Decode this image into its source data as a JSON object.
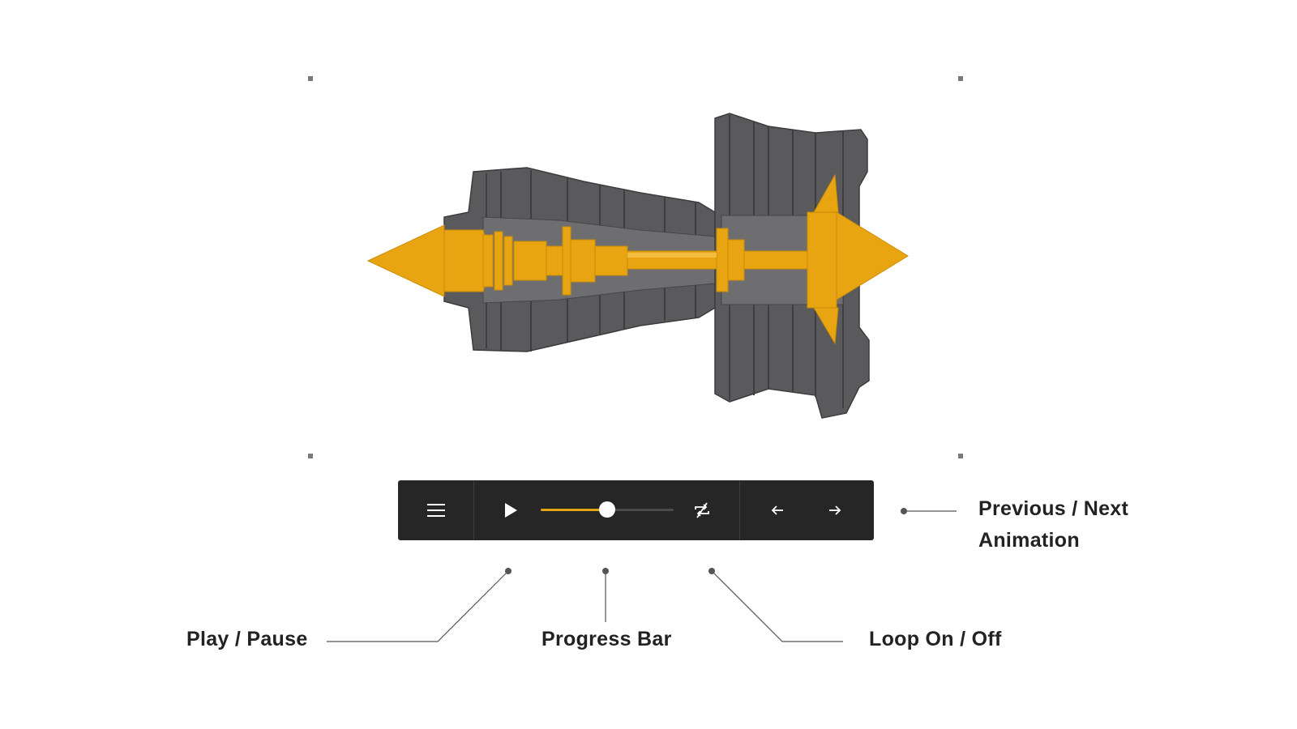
{
  "viewer": {
    "model": "turbofan-engine-cutaway",
    "colors": {
      "shaft": "#e8a511",
      "casing": "#5a5a5c",
      "casing_dark": "#3c3c3e",
      "handle": "#7a7a7a"
    }
  },
  "toolbar": {
    "background": "#262627",
    "accent": "#e6a417",
    "menu_icon": "hamburger-menu-icon",
    "play_icon": "play-icon",
    "loop_icon": "loop-off-icon",
    "prev_icon": "arrow-left-icon",
    "next_icon": "arrow-right-icon",
    "progress": 0.5
  },
  "callouts": {
    "play_pause": "Play / Pause",
    "progress_bar": "Progress Bar",
    "loop": "Loop On / Off",
    "prev_next_line1": "Previous / Next",
    "prev_next_line2": "Animation"
  }
}
